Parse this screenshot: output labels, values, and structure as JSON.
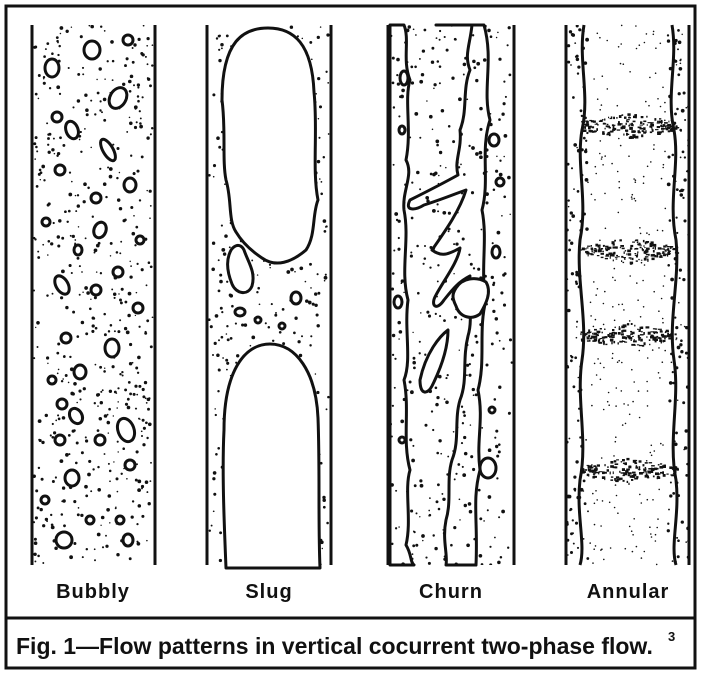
{
  "panels": [
    {
      "key": "bubbly",
      "label": "Bubbly"
    },
    {
      "key": "slug",
      "label": "Slug"
    },
    {
      "key": "churn",
      "label": "Churn"
    },
    {
      "key": "annular",
      "label": "Annular"
    }
  ],
  "caption": {
    "text": "Fig. 1—Flow patterns in vertical cocurrent two-phase flow.",
    "reference": "3"
  },
  "colors": {
    "ink": "#111111",
    "paper": "#ffffff"
  }
}
